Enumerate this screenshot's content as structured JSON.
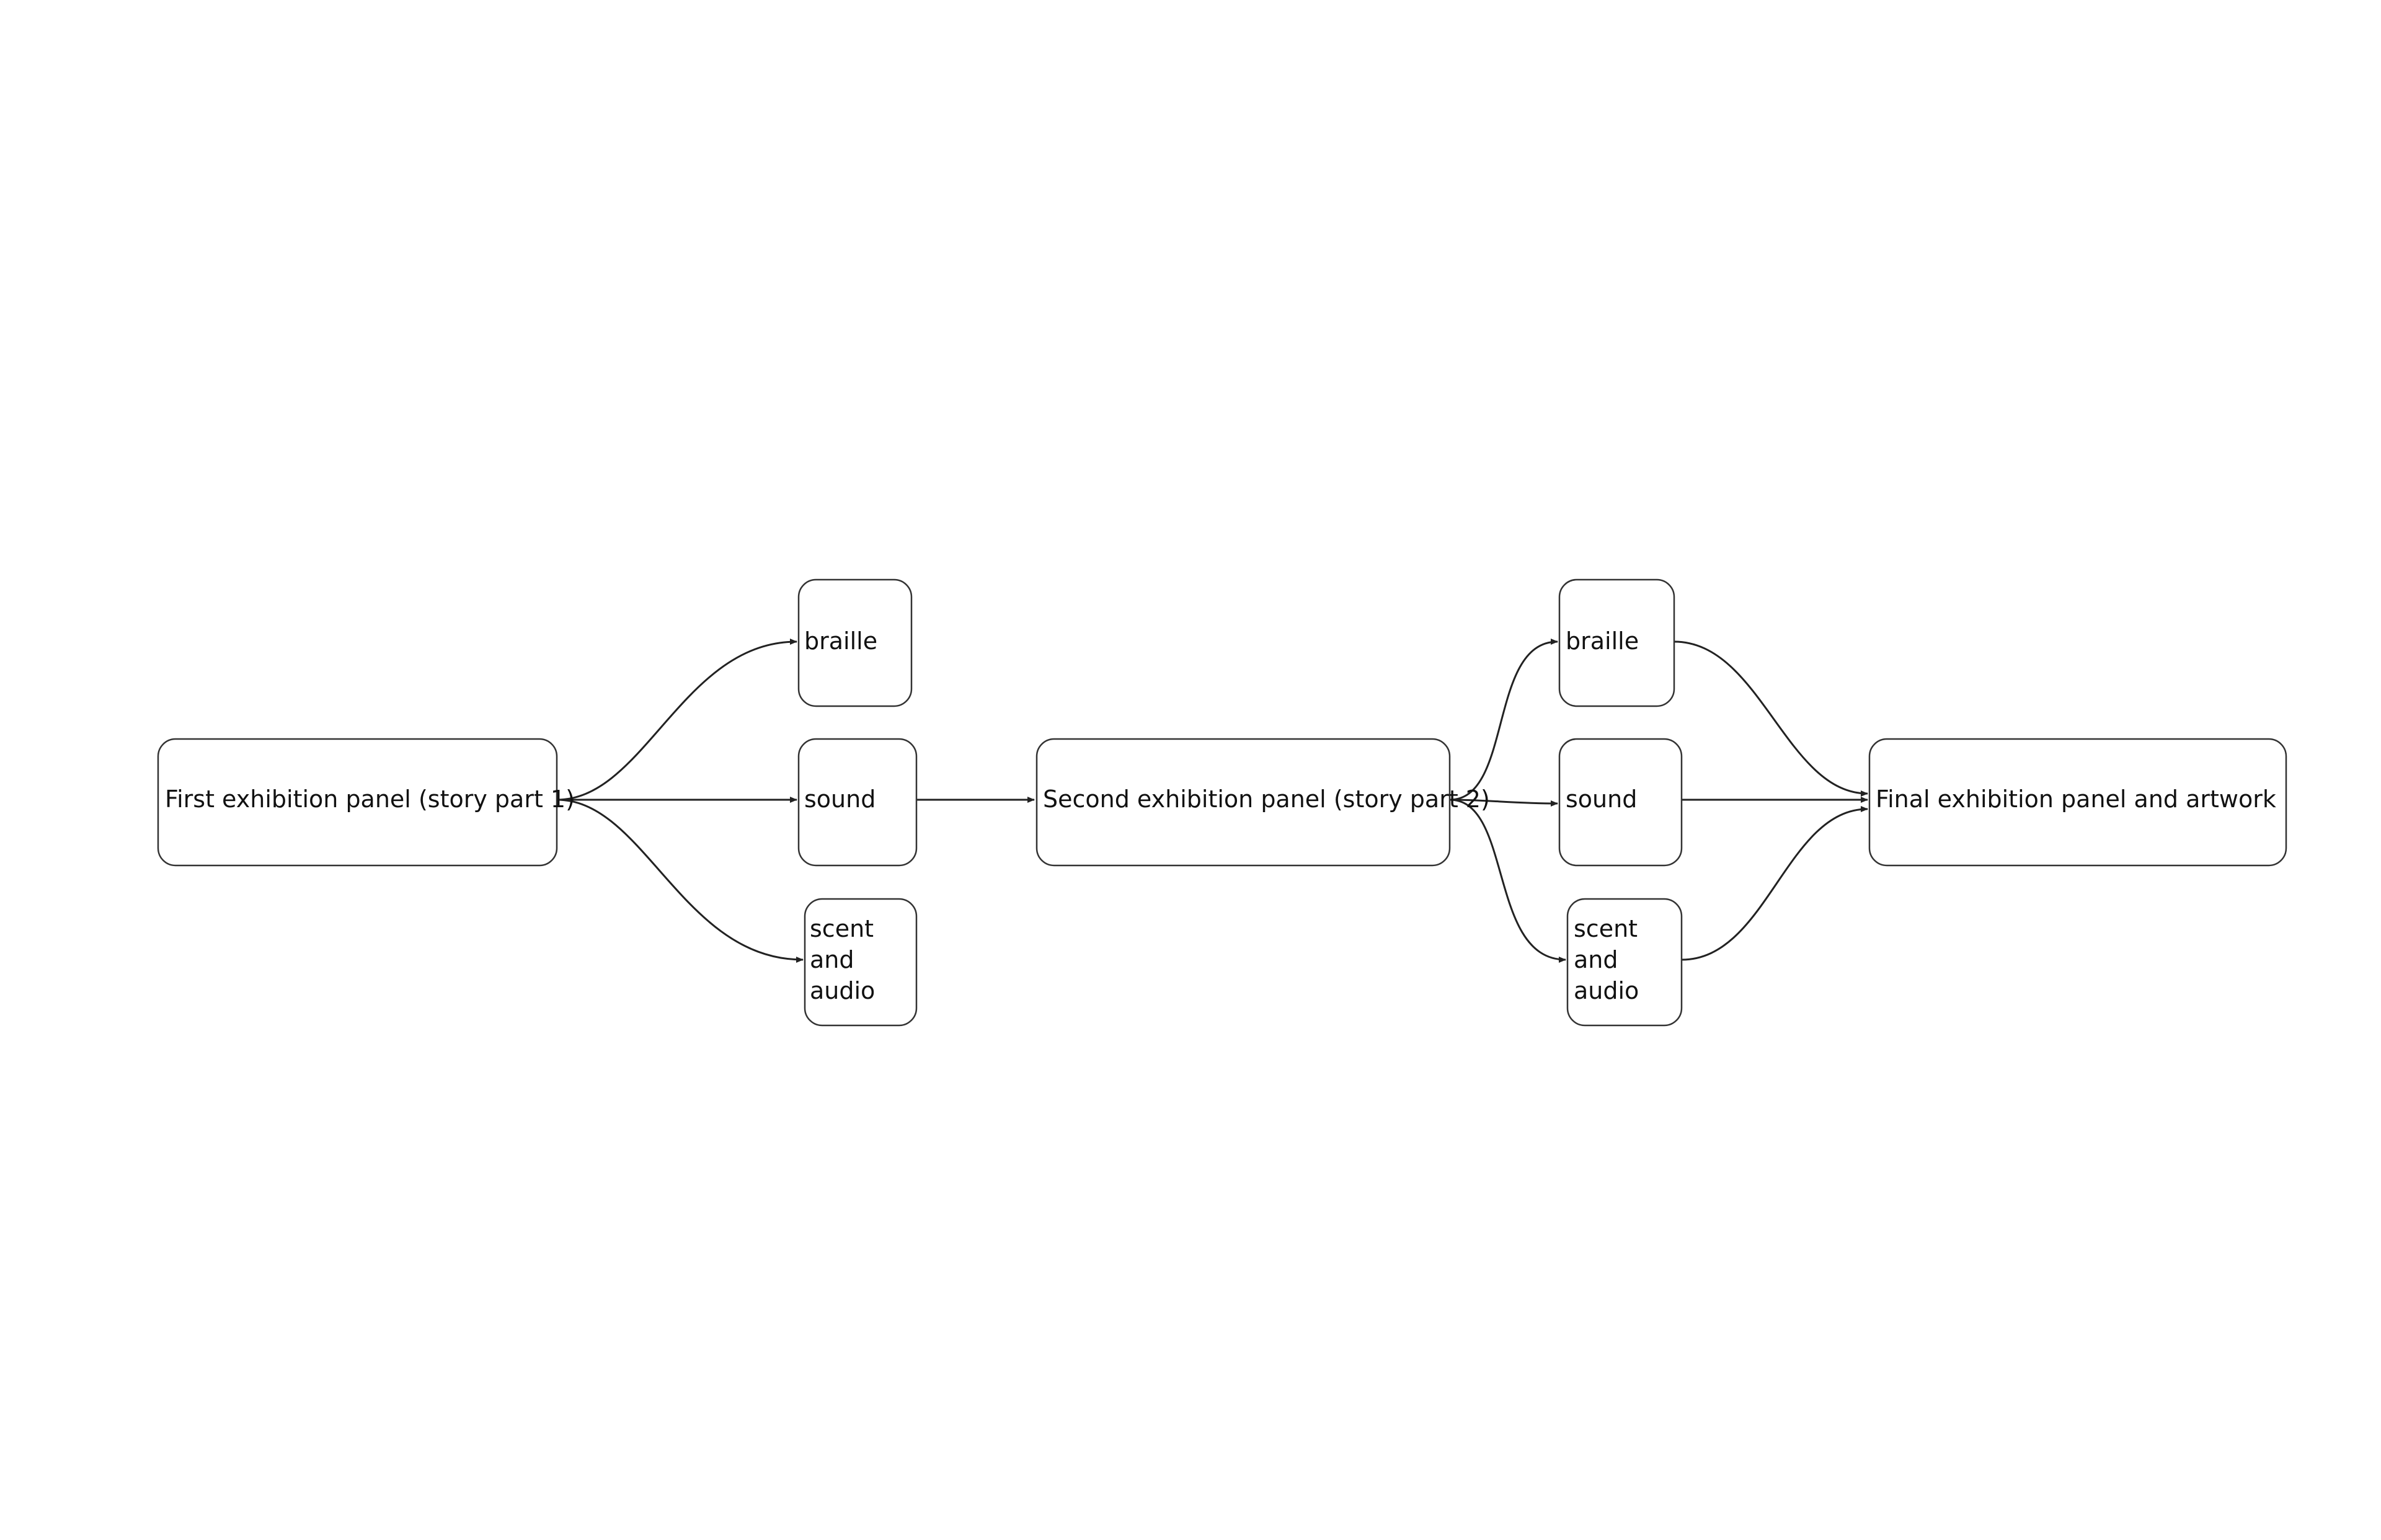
{
  "diagram": {
    "nodes": [
      {
        "id": "first_panel",
        "lines": [
          "First exhibition panel (story part 1)"
        ]
      },
      {
        "id": "braille_1",
        "lines": [
          "braille"
        ]
      },
      {
        "id": "sound_1",
        "lines": [
          "sound"
        ]
      },
      {
        "id": "scent_audio_1",
        "lines": [
          "scent",
          "and",
          "audio"
        ]
      },
      {
        "id": "second_panel",
        "lines": [
          "Second exhibition panel (story part 2)"
        ]
      },
      {
        "id": "braille_2",
        "lines": [
          "braille"
        ]
      },
      {
        "id": "sound_2",
        "lines": [
          "sound"
        ]
      },
      {
        "id": "scent_audio_2",
        "lines": [
          "scent",
          "and",
          "audio"
        ]
      },
      {
        "id": "final_panel",
        "lines": [
          "Final exhibition panel and artwork"
        ]
      }
    ],
    "edges": [
      {
        "from": "first_panel",
        "to": "braille_1"
      },
      {
        "from": "first_panel",
        "to": "sound_1"
      },
      {
        "from": "first_panel",
        "to": "scent_audio_1"
      },
      {
        "from": "sound_1",
        "to": "second_panel"
      },
      {
        "from": "second_panel",
        "to": "braille_2"
      },
      {
        "from": "second_panel",
        "to": "sound_2"
      },
      {
        "from": "second_panel",
        "to": "scent_audio_2"
      },
      {
        "from": "braille_2",
        "to": "final_panel"
      },
      {
        "from": "sound_2",
        "to": "final_panel"
      },
      {
        "from": "scent_audio_2",
        "to": "final_panel"
      }
    ]
  }
}
